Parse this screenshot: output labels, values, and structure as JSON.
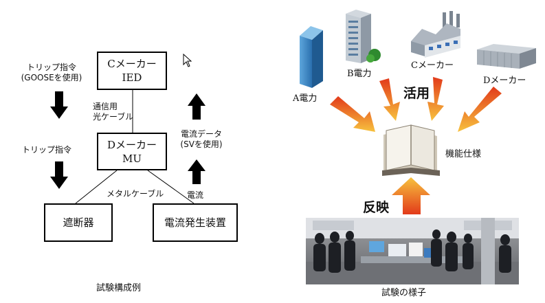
{
  "diagram": {
    "c_maker": {
      "line1": "Cメーカー",
      "line2": "IED"
    },
    "d_maker": {
      "line1": "Dメーカー",
      "line2": "MU"
    },
    "breaker": "遮断器",
    "current_generator": "電流発生装置",
    "fiber_cable": {
      "line1": "通信用",
      "line2": "光ケーブル"
    },
    "metal_cable": "メタルケーブル",
    "trip_goose": {
      "line1": "トリップ指令",
      "line2": "(GOOSEを使用)"
    },
    "trip": "トリップ指令",
    "current_data": {
      "line1": "電流データ",
      "line2": "(SVを使用)"
    },
    "current": "電流",
    "caption": "試験構成例"
  },
  "illustration": {
    "a_power": "A電力",
    "b_power": "B電力",
    "c_maker": "Cメーカー",
    "d_maker": "Dメーカー",
    "use": "活用",
    "spec": "機能仕様",
    "reflect": "反映",
    "photo_caption": "試験の様子"
  },
  "colors": {
    "arrow_orange_top": "#e23a1a",
    "arrow_orange_bottom": "#f7c23e",
    "black": "#000000"
  }
}
